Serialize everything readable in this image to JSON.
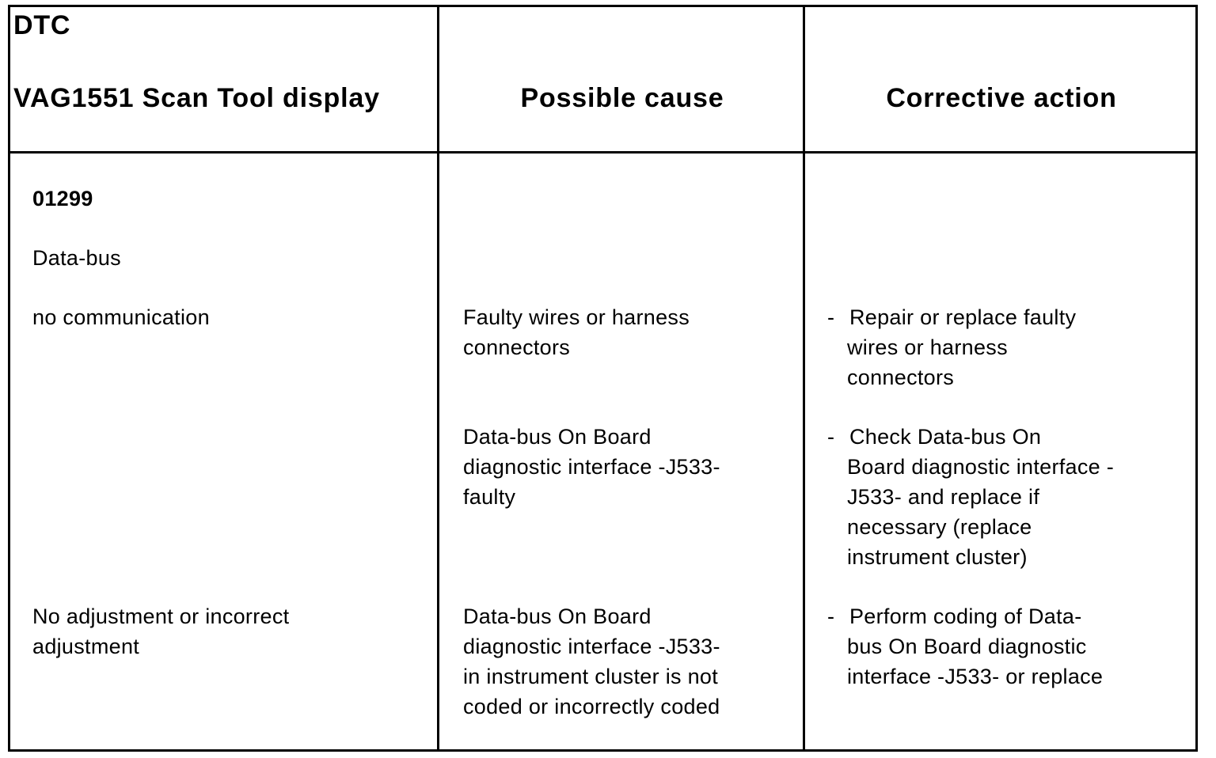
{
  "header": {
    "col1_line1": "DTC",
    "col1_line2": "VAG1551 Scan Tool display",
    "col2": "Possible cause",
    "col3": "Corrective action"
  },
  "dtc": {
    "code": "01299",
    "line1": "Data-bus",
    "line2": "no communication",
    "line3a": "No adjustment or incorrect",
    "line3b": "adjustment"
  },
  "causes": [
    {
      "lines": [
        "Faulty wires or harness",
        "connectors"
      ]
    },
    {
      "lines": [
        "Data-bus On Board",
        "diagnostic interface -J533-",
        "faulty"
      ]
    },
    {
      "lines": [
        "Data-bus On Board",
        "diagnostic interface -J533-",
        "in instrument cluster is not",
        "coded or incorrectly coded"
      ]
    }
  ],
  "actions": [
    {
      "dash": "-",
      "lines": [
        "Repair or replace faulty",
        "wires or harness",
        "connectors"
      ]
    },
    {
      "dash": "-",
      "lines": [
        "Check Data-bus On",
        "Board diagnostic interface -",
        "J533- and replace if",
        "necessary (replace",
        "instrument cluster)"
      ]
    },
    {
      "dash": "-",
      "lines": [
        "Perform coding of Data-",
        "bus On Board diagnostic",
        "interface -J533- or replace"
      ]
    }
  ]
}
